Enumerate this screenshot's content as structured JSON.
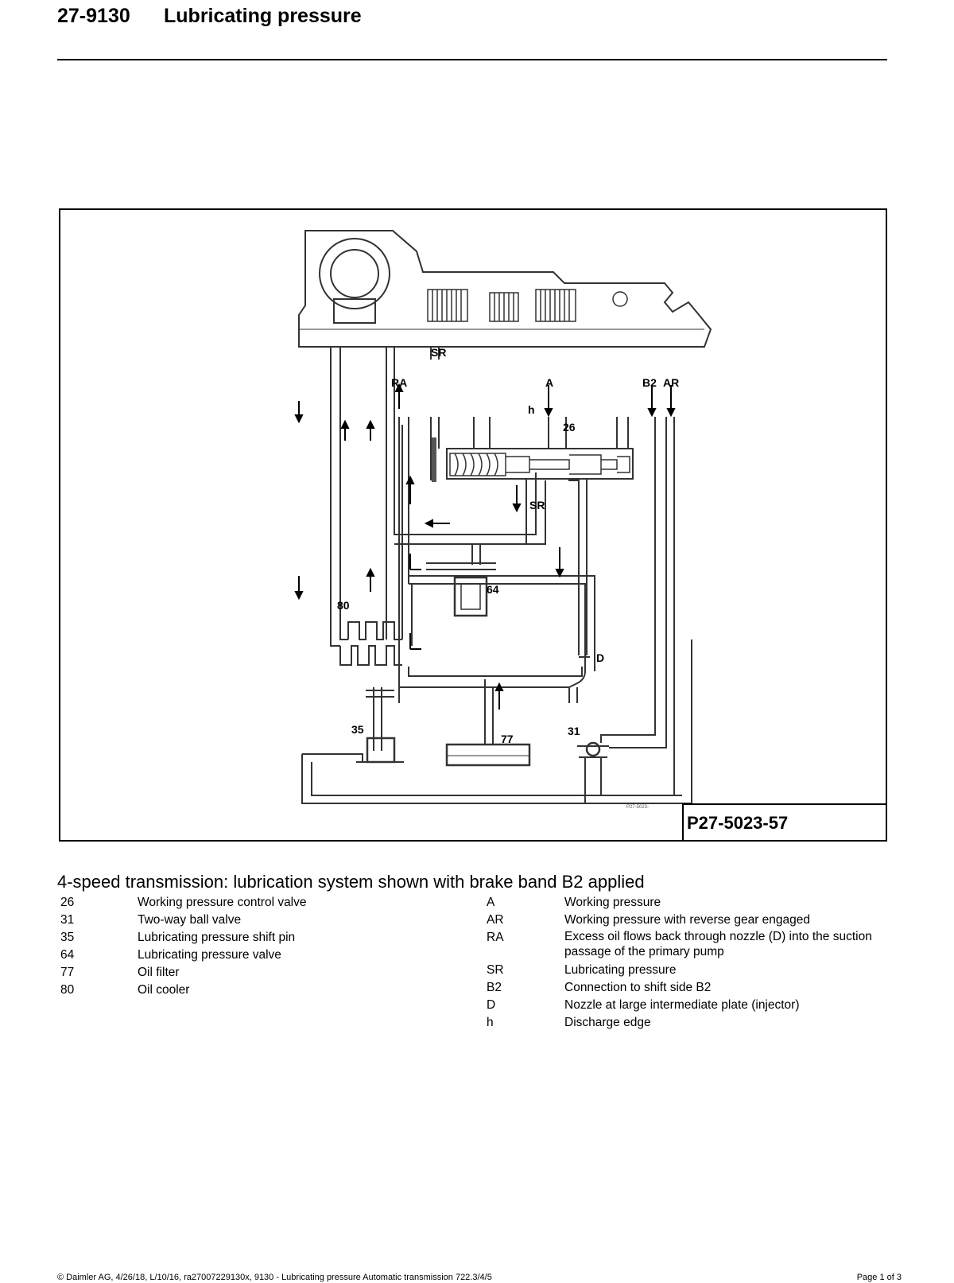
{
  "header": {
    "number": "27-9130",
    "title": "Lubricating pressure"
  },
  "figure": {
    "reference": "P27-5023-57",
    "reference_small": "P27-5023-",
    "labels": {
      "sr_top": "SR",
      "ra": "RA",
      "a": "A",
      "b2": "B2",
      "ar": "AR",
      "h": "h",
      "n26": "26",
      "sr_mid": "SR",
      "n64": "64",
      "n80": "80",
      "d": "D",
      "n35": "35",
      "n77": "77",
      "n31": "31"
    }
  },
  "caption": "4-speed transmission: lubrication system shown with brake band B2 applied",
  "legend_left": [
    {
      "key": "26",
      "text": "Working pressure control valve"
    },
    {
      "key": "31",
      "text": "Two-way ball valve"
    },
    {
      "key": "35",
      "text": "Lubricating pressure shift pin"
    },
    {
      "key": "64",
      "text": "Lubricating pressure valve"
    },
    {
      "key": "77",
      "text": "Oil filter"
    },
    {
      "key": "80",
      "text": "Oil cooler"
    }
  ],
  "legend_right": [
    {
      "key": "A",
      "text": "Working pressure"
    },
    {
      "key": "AR",
      "text": "Working pressure with reverse gear engaged"
    },
    {
      "key": "RA",
      "text": "Excess oil flows back through nozzle (D) into the suction passage of the primary pump"
    },
    {
      "key": "SR",
      "text": "Lubricating pressure"
    },
    {
      "key": "B2",
      "text": "Connection to shift side B2"
    },
    {
      "key": "D",
      "text": "Nozzle at large intermediate plate (injector)"
    },
    {
      "key": "h",
      "text": "Discharge edge"
    }
  ],
  "footer": {
    "left": "© Daimler AG, 4/26/18, L/10/16, ra27007229130x, 9130 - Lubricating pressure Automatic transmission 722.3/4/5",
    "right": "Page 1 of 3"
  }
}
